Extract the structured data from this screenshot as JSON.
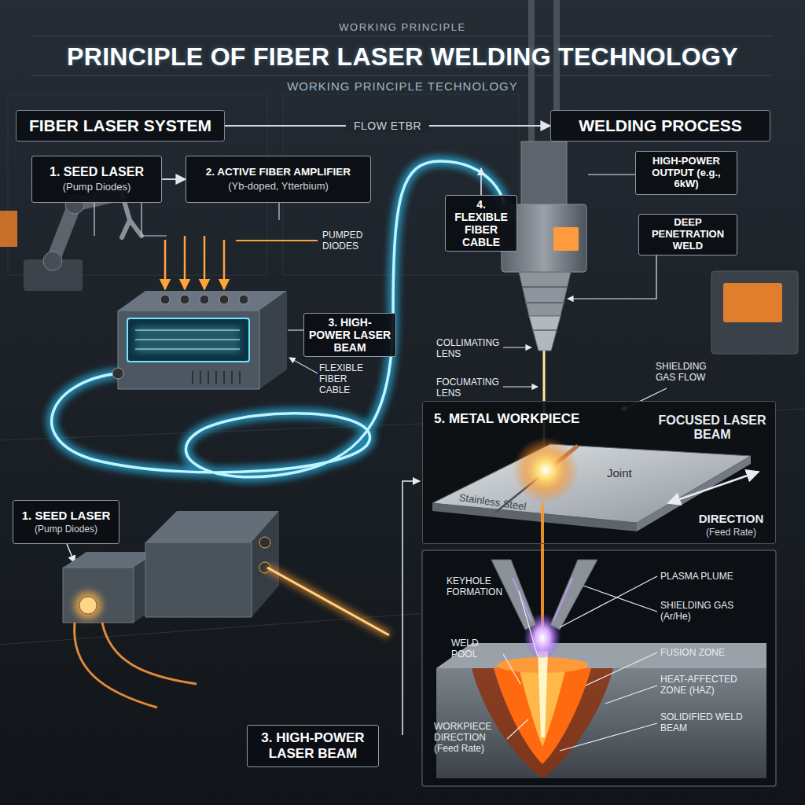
{
  "diagram": {
    "title": "PRINCIPLE OF FIBER LASER WELDING TECHNOLOGY",
    "nodes": [
      {
        "text": [
          "FIBER LASER SYSTEM"
        ]
      },
      {
        "text": [
          "WELDING PROCESS"
        ]
      },
      {
        "text": [
          "1. SEED LASER",
          "(Pump Diodes)"
        ]
      },
      {
        "text": [
          "2. ACTIVE FIBER AMPLIFIER",
          "(Yb-doped, Ytterbium)"
        ]
      },
      {
        "text": [
          "3. HIGH-POWER LASER BEAM"
        ]
      },
      {
        "text": [
          "4. FLEXIBLE FIBER CABLE"
        ]
      },
      {
        "text": [
          "HIGH-POWER OUTPUT (e.g., 6kW)"
        ]
      },
      {
        "text": [
          "DEEP PENETRATION WELD"
        ]
      },
      {
        "text": [
          "5. METAL WORKPIECE"
        ]
      },
      {
        "text": [
          "1. SEED LASER",
          "(Pump Diodes)"
        ]
      },
      {
        "text": [
          "3. HIGH-POWER LASER BEAM"
        ]
      }
    ],
    "edges": [
      {
        "from": 0,
        "to": 1,
        "label": "FLOW ETBR",
        "arrow": "to"
      },
      {
        "from": 2,
        "to": 3,
        "arrow": "to"
      }
    ],
    "labels": [
      "WORKING PRINCIPLE",
      "WORKING PRINCIPLE TECHNOLOGY",
      "PUMPED DIODES",
      "FLEXIBLE FIBER CABLE",
      "COLLIMATING LENS",
      "FOCUMATING LENS",
      "SHIELDING GAS FLOW",
      "FOCUSED LASER BEAM",
      "Joint",
      "Stainless Steel",
      "DIRECTION",
      "(Feed Rate)",
      "KEYHOLE FORMATION",
      "WELD POOL",
      "WORKPIECE DIRECTION (Feed Rate)",
      "PLASMA PLUME",
      "SHIELDING GAS (Ar/He)",
      "FUSION ZONE",
      "HEAT-AFFECTED ZONE (HAZ)",
      "SOLIDIFIED WELD BEAM"
    ]
  }
}
